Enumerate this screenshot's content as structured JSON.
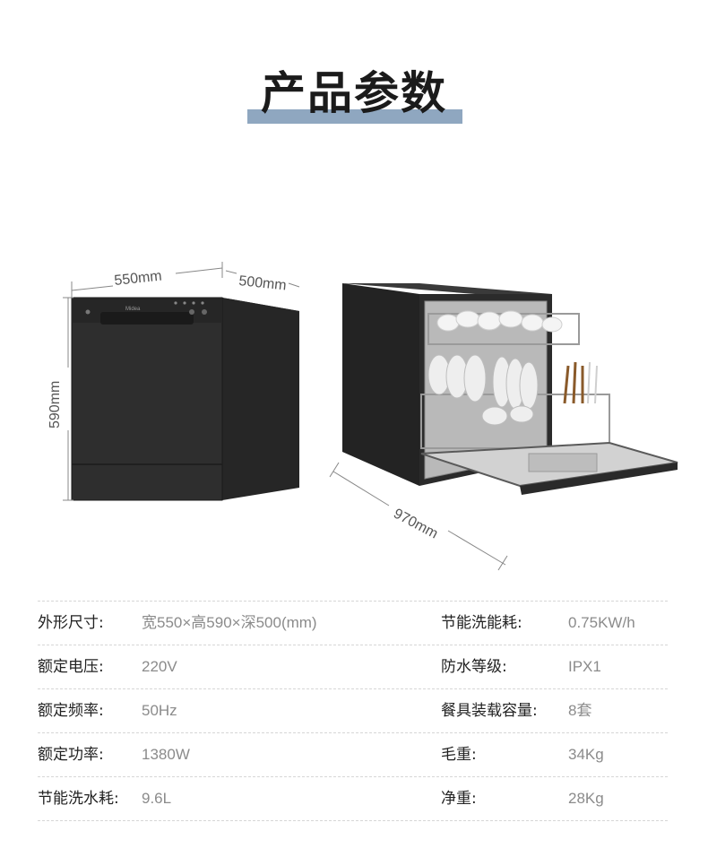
{
  "title": "产品参数",
  "dimensions": {
    "width": "550mm",
    "depth": "500mm",
    "height": "590mm",
    "open_depth": "970mm"
  },
  "brand_mark": "Midea",
  "specs": [
    {
      "left_label": "外形尺寸:",
      "left_value": "宽550×高590×深500(mm)",
      "right_label": "节能洗能耗:",
      "right_value": "0.75KW/h"
    },
    {
      "left_label": "额定电压:",
      "left_value": "220V",
      "right_label": "防水等级:",
      "right_value": "IPX1"
    },
    {
      "left_label": "额定频率:",
      "left_value": "50Hz",
      "right_label": "餐具装载容量:",
      "right_value": "8套"
    },
    {
      "left_label": "额定功率:",
      "left_value": "1380W",
      "right_label": "毛重:",
      "right_value": "34Kg"
    },
    {
      "left_label": "节能洗水耗:",
      "left_value": "9.6L",
      "right_label": "净重:",
      "right_value": "28Kg"
    }
  ],
  "colors": {
    "accent_bar": "#8fa7c0",
    "appliance_body": "#2a2a2a",
    "label_text": "#222222",
    "value_text": "#8b8b8b"
  }
}
